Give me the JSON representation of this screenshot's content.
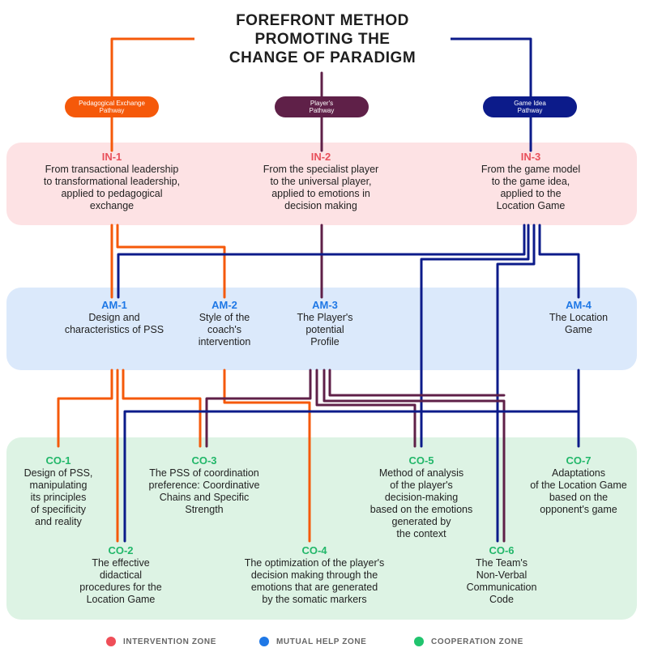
{
  "title": [
    "FOREFRONT METHOD",
    "PROMOTING THE",
    "CHANGE OF PARADIGM"
  ],
  "colors": {
    "orange": "#f5590a",
    "purple": "#5f2048",
    "navy": "#0c1b8a",
    "intervention_band": "#fde2e4",
    "mutual_band": "#dbe9fb",
    "cooperation_band": "#ddf3e4",
    "in_code": "#e8505b",
    "am_code": "#1f78e6",
    "co_code": "#21b769"
  },
  "pathways": [
    {
      "id": "pedagogical",
      "label": "Pedagogical Exchange\nPathway"
    },
    {
      "id": "player",
      "label": "Player's\nPathway"
    },
    {
      "id": "game_idea",
      "label": "Game Idea\nPathway"
    }
  ],
  "intervention": [
    {
      "code": "IN-1",
      "text": "From transactional leadership\nto transformational leadership,\napplied to pedagogical\nexchange"
    },
    {
      "code": "IN-2",
      "text": "From the specialist player\nto the universal player,\napplied to emotions in\ndecision making"
    },
    {
      "code": "IN-3",
      "text": "From the game model\nto the game idea,\napplied to the\nLocation Game"
    }
  ],
  "mutual_help": [
    {
      "code": "AM-1",
      "text": "Design and\ncharacteristics of PSS"
    },
    {
      "code": "AM-2",
      "text": "Style of the\ncoach's\nintervention"
    },
    {
      "code": "AM-3",
      "text": "The Player's\npotential\nProfile"
    },
    {
      "code": "AM-4",
      "text": "The Location\nGame"
    }
  ],
  "cooperation": [
    {
      "code": "CO-1",
      "text": "Design of PSS,\nmanipulating\nits principles\nof specificity\nand reality"
    },
    {
      "code": "CO-2",
      "text": "The effective\ndidactical\nprocedures for the\nLocation Game"
    },
    {
      "code": "CO-3",
      "text": "The PSS of coordination\npreference: Coordinative\nChains and Specific\nStrength"
    },
    {
      "code": "CO-4",
      "text": "The optimization of the player's\ndecision making through the\nemotions that are generated\nby the somatic markers"
    },
    {
      "code": "CO-5",
      "text": "Method of analysis\nof the player's\ndecision-making\nbased on the emotions\ngenerated by\nthe context"
    },
    {
      "code": "CO-6",
      "text": "The Team's\nNon-Verbal\nCommunication\nCode"
    },
    {
      "code": "CO-7",
      "text": "Adaptations\nof the Location Game\nbased on the\nopponent's game"
    }
  ],
  "legend": [
    {
      "label": "INTERVENTION ZONE",
      "color": "#ef4e58"
    },
    {
      "label": "MUTUAL HELP ZONE",
      "color": "#1f78e6"
    },
    {
      "label": "COOPERATION ZONE",
      "color": "#21c46e"
    }
  ]
}
